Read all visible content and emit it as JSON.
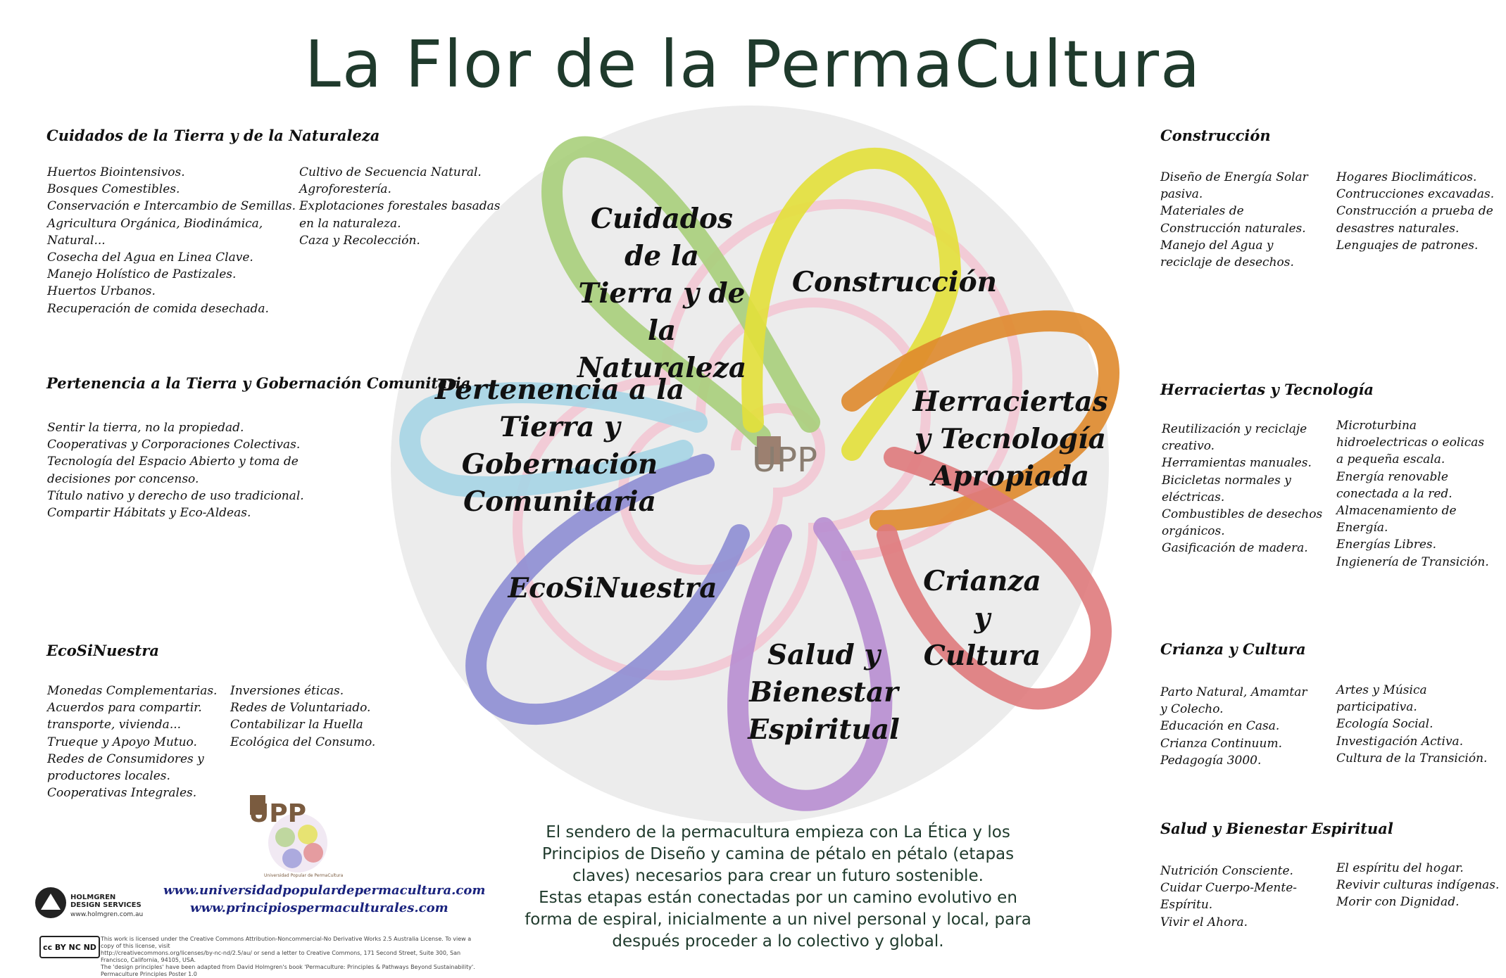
{
  "title": "La Flor de la PermaCultura",
  "center_logo": {
    "letters": "UPP"
  },
  "petal_labels": {
    "tierra": "Cuidados de la Tierra y de la Naturaleza",
    "construccion": "Construcción",
    "herramientas": "Herraciertas y Tecnología Apropiada",
    "crianza": "Crianza y Cultura",
    "salud": "Salud y Bienestar Espiritual",
    "ecosinuestra": "EcoSiNuestra",
    "pertenencia": "Pertenencia a la Tierra y Gobernación Comunitaria"
  },
  "petal_colors": {
    "tierra": "#a9cf7b",
    "construccion": "#e3e03a",
    "herramientas": "#df8a2c",
    "crianza": "#df7a7c",
    "salud": "#b88ed2",
    "ecosinuestra": "#8e8ed4",
    "pertenencia": "#a6d5e5",
    "spiral": "#f2cbd6",
    "disk": "#ececec"
  },
  "sections": {
    "tierra": {
      "title": "Cuidados de la Tierra y de la Naturaleza",
      "col1": [
        "Huertos Biointensivos.",
        "Bosques Comestibles.",
        "Conservación e Intercambio de Semillas.",
        "Agricultura Orgánica, Biodinámica,",
        "Natural...",
        "Cosecha del Agua en Linea Clave.",
        "Manejo Holístico de Pastizales.",
        "Huertos Urbanos.",
        "Recuperación de comida desechada."
      ],
      "col2": [
        "Cultivo de Secuencia Natural.",
        "Agroforestería.",
        "Explotaciones forestales basadas",
        "en la naturaleza.",
        "Caza y Recolección."
      ]
    },
    "pertenencia": {
      "title": "Pertenencia a la Tierra y Gobernación Comunitaria",
      "col1": [
        "Sentir la tierra, no la propiedad.",
        "Cooperativas y Corporaciones Colectivas.",
        "Tecnología del Espacio Abierto y toma de",
        "decisiones por concenso.",
        "Título nativo y derecho de uso tradicional.",
        "Compartir Hábitats y Eco-Aldeas."
      ]
    },
    "ecosinuestra": {
      "title": "EcoSiNuestra",
      "col1": [
        "Monedas Complementarias.",
        "Acuerdos para compartir.",
        "transporte, vivienda...",
        "Trueque y Apoyo Mutuo.",
        "Redes de Consumidores y",
        "productores locales.",
        "Cooperativas Integrales."
      ],
      "col2": [
        "Inversiones éticas.",
        "Redes de Voluntariado.",
        "Contabilizar la Huella",
        "Ecológica del Consumo."
      ]
    },
    "construccion": {
      "title": "Construcción",
      "col1": [
        "Diseño de Energía Solar",
        "pasiva.",
        "Materiales de",
        "Construcción naturales.",
        "Manejo del Agua y",
        "reciclaje de desechos."
      ],
      "col2": [
        "Hogares Bioclimáticos.",
        "Contrucciones excavadas.",
        "Construcción a prueba de",
        "desastres naturales.",
        "Lenguajes de patrones."
      ]
    },
    "herramientas": {
      "title": "Herraciertas y Tecnología",
      "col1": [
        "Reutilización y reciclaje",
        "creativo.",
        "Herramientas manuales.",
        "Bicicletas normales y",
        "eléctricas.",
        "Combustibles de desechos",
        "orgánicos.",
        "Gasificación de madera."
      ],
      "col2": [
        "Microturbina",
        "hidroelectricas o eolicas",
        "a pequeña escala.",
        "Energía renovable",
        "conectada a la red.",
        "Almacenamiento de",
        "Energía.",
        "Energías Libres.",
        "Ingienería de Transición."
      ]
    },
    "crianza": {
      "title": "Crianza  y Cultura",
      "col1": [
        "Parto Natural, Amamtar",
        "y Colecho.",
        "Educación en Casa.",
        "Crianza Continuum.",
        "Pedagogía 3000."
      ],
      "col2": [
        "Artes y Música",
        "participativa.",
        "Ecología Social.",
        "Investigación Activa.",
        "Cultura de la Transición."
      ]
    },
    "salud": {
      "title": "Salud y Bienestar Espiritual",
      "col1": [
        "Nutrición Consciente.",
        "Cuidar Cuerpo-Mente-",
        "Espíritu.",
        "Vivir el Ahora."
      ],
      "col2": [
        "El espíritu del hogar.",
        "Revivir culturas indígenas.",
        "Morir con Dignidad."
      ]
    }
  },
  "bottom_text": {
    "line1": "El sendero de la permacultura empieza con La Ética y los",
    "line2": "Principios de Diseño y camina de pétalo en pétalo (etapas",
    "line3": "claves) necesarios para crear un futuro sostenible.",
    "line4": "Estas etapas están conectadas por un camino evolutivo en",
    "line5": "forma de espiral, inicialmente a un nivel personal y local, para",
    "line6": "después proceder a lo colectivo y global."
  },
  "links": {
    "link1": "www.universidadpopulardepermacultura.com",
    "link2": "www.principiospermaculturales.com"
  },
  "holmgren": {
    "name1": "HOLMGREN",
    "name2": "DESIGN SERVICES",
    "url": "www.holmgren.com.au"
  },
  "upp_logo_caption": "Universidad Popular de PermaCultura",
  "cc_badge": "cc BY NC ND",
  "legal": {
    "line1": "This work is licensed under the Creative Commons Attribution-Noncommercial-No Derivative Works 2.5 Australia License. To view a copy of this license, visit",
    "line2": "http://creativecommons.org/licenses/by-nc-nd/2.5/au/ or send a letter to Creative Commons, 171 Second Street, Suite 300, San Francisco, California, 94105, USA.",
    "line3": "The 'design principles' have been adapted from David Holmgren's book 'Permaculture: Principles & Pathways Beyond Sustainability'. Permaculture Principles Poster 1.0"
  }
}
